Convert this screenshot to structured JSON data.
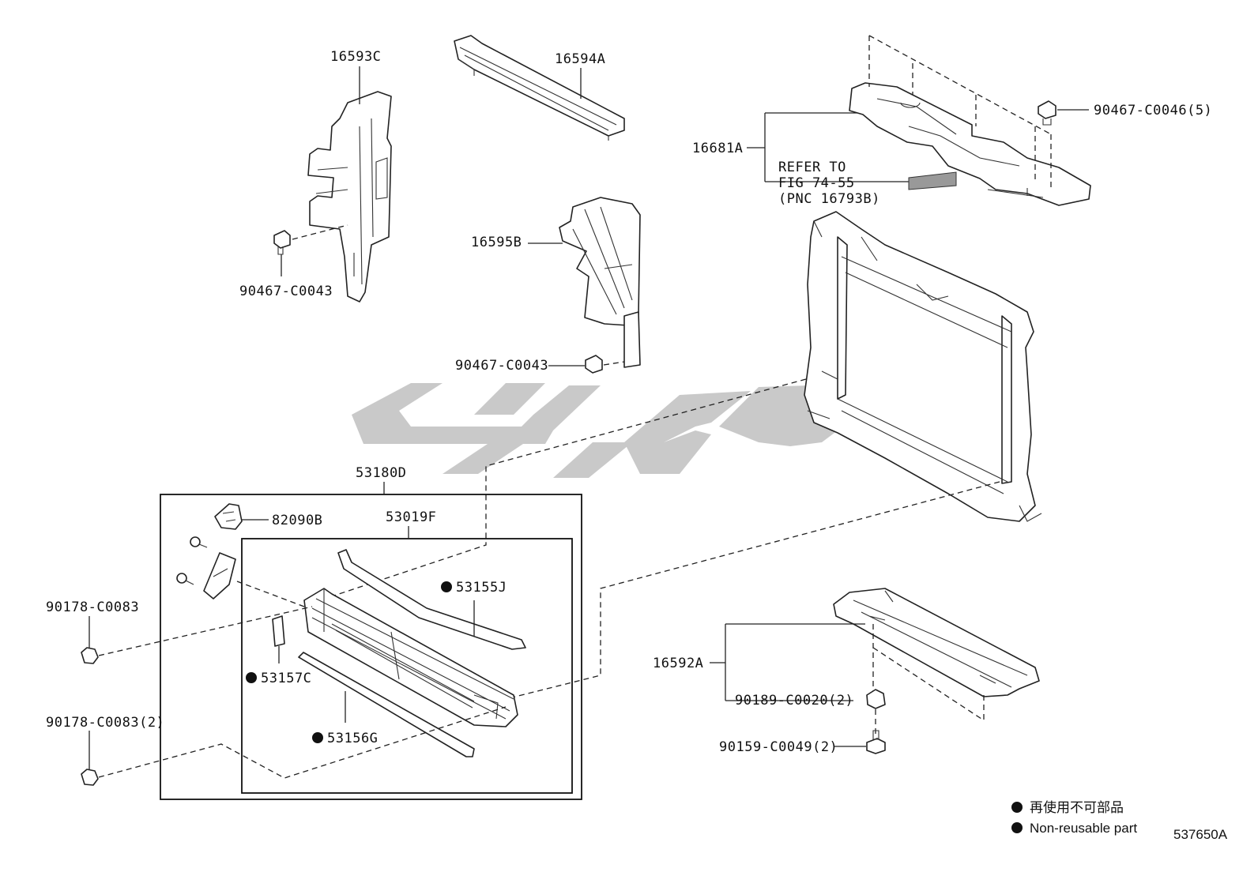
{
  "diagram": {
    "figure_id": "537650A",
    "labels": {
      "p16593C": "16593C",
      "p16594A": "16594A",
      "p16681A": "16681A",
      "p90467_C0046": "90467-C0046(5)",
      "refer_line1": "REFER TO",
      "refer_line2": "FIG 74-55",
      "refer_line3": "(PNC 16793B)",
      "p16595B": "16595B",
      "p90467_C0043_left": "90467-C0043",
      "p90467_C0043_mid": "90467-C0043",
      "p53180D": "53180D",
      "p53019F": "53019F",
      "p82090B": "82090B",
      "p53155J": "53155J",
      "p53157C": "53157C",
      "p53156G": "53156G",
      "p90178_C0083": "90178-C0083",
      "p90178_C0083_2": "90178-C0083(2)",
      "p16592A": "16592A",
      "p90189_C0020": "90189-C0020(2)",
      "p90159_C0049": "90159-C0049(2)"
    },
    "legend": {
      "line1": "再使用不可部品",
      "line2": "Non-reusable part"
    },
    "watermark_color": "#c9c9c9"
  }
}
